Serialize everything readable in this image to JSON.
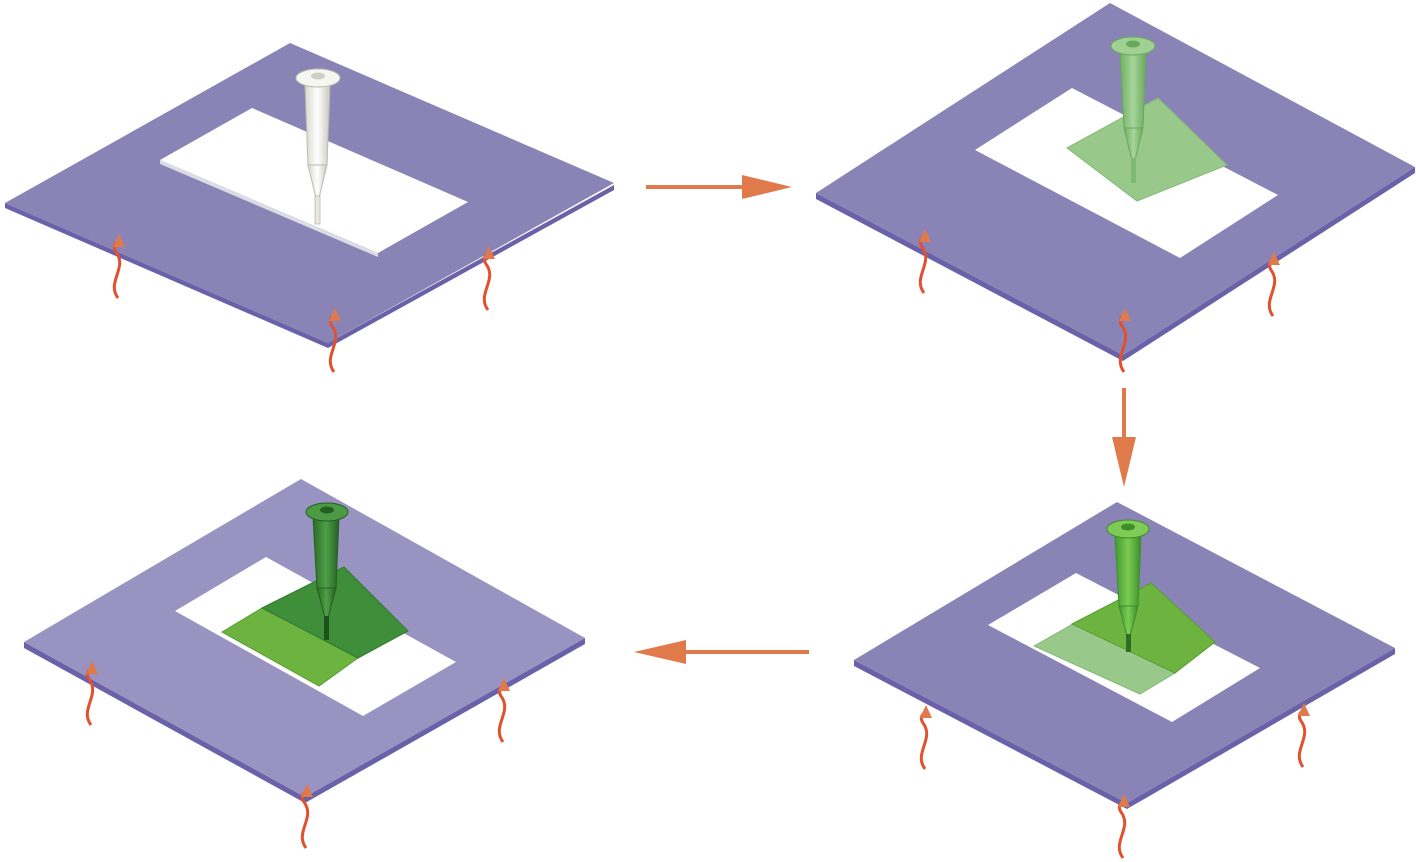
{
  "diagram": {
    "kind": "process-sequence",
    "reading_order": [
      "top-left",
      "top-right",
      "bottom-right",
      "bottom-left"
    ],
    "colors": {
      "plate_top": "#8a84b6",
      "plate_top_light": "#9993c2",
      "plate_edge": "#6a61a8",
      "window": "#ffffff",
      "heat_arrow": "#e0522f",
      "flow_arrow": "#e07a4a",
      "green_light": "#98c98a",
      "green_mid": "#6db33f",
      "green_dark": "#3f8f3a",
      "nozzle_white": "#f2f2ea"
    },
    "stages": [
      {
        "id": "stage-1",
        "nozzle": "empty",
        "deposited_layers": 0
      },
      {
        "id": "stage-2",
        "nozzle": "light-green",
        "deposited_layers": 1
      },
      {
        "id": "stage-3",
        "nozzle": "mid-green",
        "deposited_layers": 2
      },
      {
        "id": "stage-4",
        "nozzle": "dark-green",
        "deposited_layers": 2
      }
    ],
    "flow_arrows": [
      {
        "from": "stage-1",
        "to": "stage-2",
        "direction": "right"
      },
      {
        "from": "stage-2",
        "to": "stage-3",
        "direction": "down"
      },
      {
        "from": "stage-3",
        "to": "stage-4",
        "direction": "left"
      }
    ],
    "heat_arrows_per_stage": 3,
    "icons": [
      "heating-plate-icon",
      "nozzle-icon",
      "heat-wave-arrow-icon",
      "flow-arrow-icon"
    ]
  }
}
